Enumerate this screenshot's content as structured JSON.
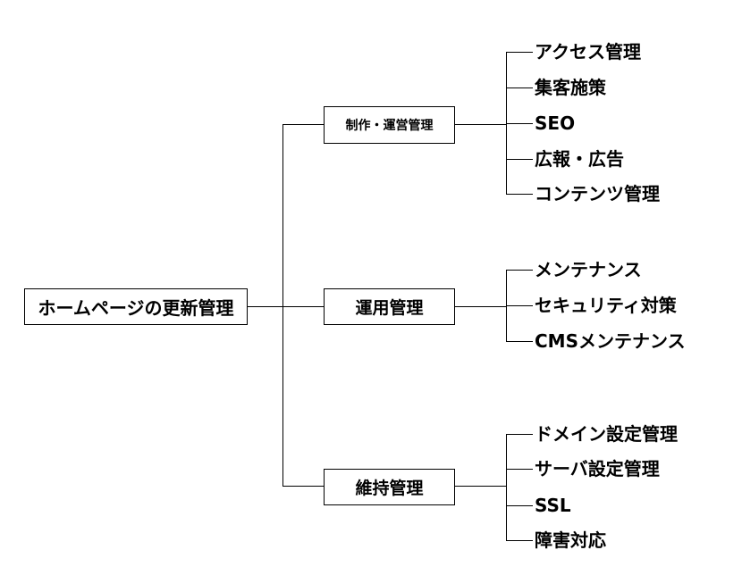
{
  "diagram": {
    "root": "ホームページの更新管理",
    "branches": [
      {
        "label": "制作・運営管理",
        "children": [
          "アクセス管理",
          "集客施策",
          "SEO",
          "広報・広告",
          "コンテンツ管理"
        ]
      },
      {
        "label": "運用管理",
        "children": [
          "メンテナンス",
          "セキュリティ対策",
          "CMSメンテナンス"
        ]
      },
      {
        "label": "維持管理",
        "children": [
          "ドメイン設定管理",
          "サーバ設定管理",
          "SSL",
          "障害対応"
        ]
      }
    ],
    "line_color": "#000000",
    "box_border_color": "#000000",
    "background": "#ffffff"
  }
}
